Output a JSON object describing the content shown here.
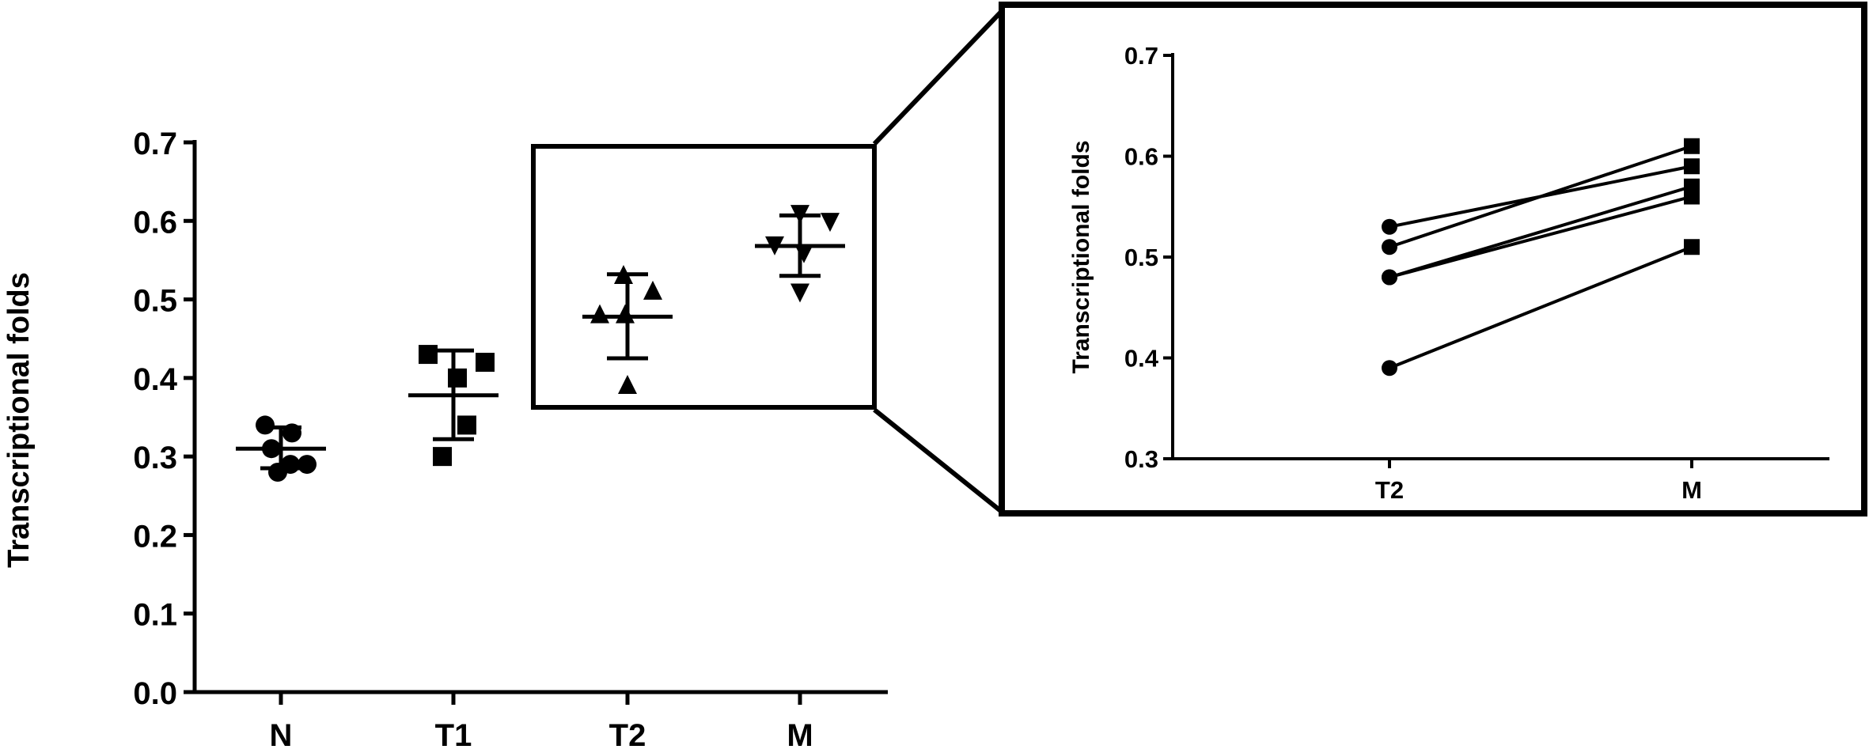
{
  "chart_data": [
    {
      "type": "scatter",
      "title": "",
      "xlabel": "",
      "ylabel": "Transcriptional folds",
      "ylim": [
        0.0,
        0.7
      ],
      "yticks": [
        "0.0",
        "0.1",
        "0.2",
        "0.3",
        "0.4",
        "0.5",
        "0.6",
        "0.7"
      ],
      "categories": [
        "N",
        "T1",
        "T2",
        "M"
      ],
      "series": [
        {
          "category": "N",
          "marker": "circle",
          "points": [
            0.34,
            0.33,
            0.31,
            0.29,
            0.28,
            0.29
          ],
          "mean": 0.31,
          "sd_low": 0.285,
          "sd_high": 0.337
        },
        {
          "category": "T1",
          "marker": "square",
          "points": [
            0.43,
            0.42,
            0.4,
            0.34,
            0.3
          ],
          "mean": 0.378,
          "sd_low": 0.322,
          "sd_high": 0.435
        },
        {
          "category": "T2",
          "marker": "triangle-up",
          "points": [
            0.53,
            0.51,
            0.48,
            0.48,
            0.39
          ],
          "mean": 0.478,
          "sd_low": 0.425,
          "sd_high": 0.532
        },
        {
          "category": "M",
          "marker": "triangle-down",
          "points": [
            0.61,
            0.6,
            0.57,
            0.56,
            0.51
          ],
          "mean": 0.568,
          "sd_low": 0.53,
          "sd_high": 0.607
        }
      ],
      "grid": false,
      "highlight": {
        "categories": [
          "T2",
          "M"
        ]
      }
    },
    {
      "type": "line",
      "title": "",
      "xlabel": "",
      "ylabel": "Transcriptional folds",
      "ylim": [
        0.3,
        0.7
      ],
      "yticks": [
        "0.3",
        "0.4",
        "0.5",
        "0.6",
        "0.7"
      ],
      "categories": [
        "T2",
        "M"
      ],
      "series": [
        {
          "values": [
            0.53,
            0.59
          ]
        },
        {
          "values": [
            0.51,
            0.61
          ]
        },
        {
          "values": [
            0.48,
            0.57
          ]
        },
        {
          "values": [
            0.48,
            0.56
          ]
        },
        {
          "values": [
            0.39,
            0.51
          ]
        }
      ],
      "markers": {
        "T2": "circle",
        "M": "square"
      },
      "grid": false
    }
  ]
}
